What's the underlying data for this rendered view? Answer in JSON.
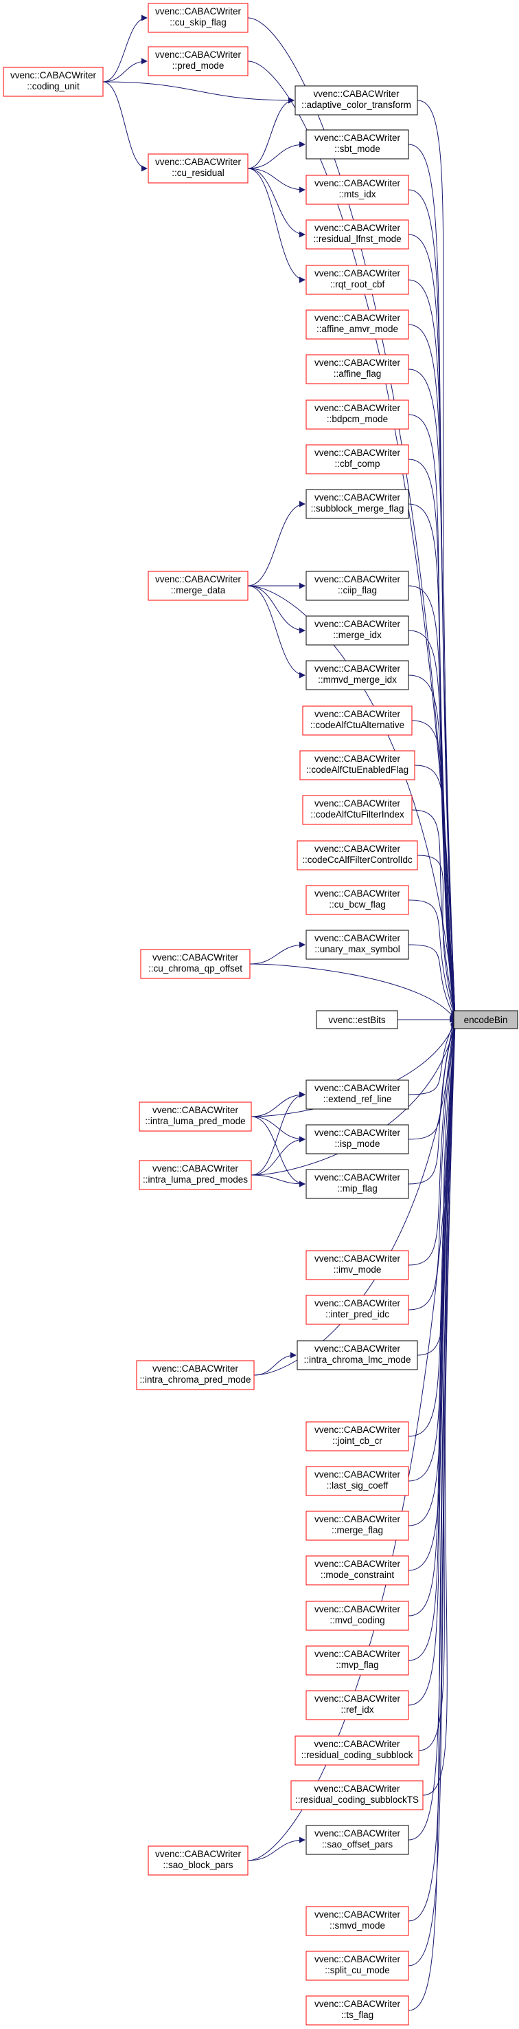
{
  "colors": {
    "edge": "#191970",
    "caller_border": "#ff0000",
    "normal_border": "#000000",
    "focus_fill": "#bfbfbf",
    "node_fill": "#ffffff"
  },
  "nodes": {
    "encodeBin": {
      "lines": [
        "encodeBin"
      ]
    },
    "coding_unit": {
      "lines": [
        "vvenc::CABACWriter",
        "::coding_unit"
      ]
    },
    "cu_skip_flag": {
      "lines": [
        "vvenc::CABACWriter",
        "::cu_skip_flag"
      ]
    },
    "pred_mode": {
      "lines": [
        "vvenc::CABACWriter",
        "::pred_mode"
      ]
    },
    "adaptive_color_transform": {
      "lines": [
        "vvenc::CABACWriter",
        "::adaptive_color_transform"
      ]
    },
    "cu_residual": {
      "lines": [
        "vvenc::CABACWriter",
        "::cu_residual"
      ]
    },
    "sbt_mode": {
      "lines": [
        "vvenc::CABACWriter",
        "::sbt_mode"
      ]
    },
    "mts_idx": {
      "lines": [
        "vvenc::CABACWriter",
        "::mts_idx"
      ]
    },
    "residual_lfnst_mode": {
      "lines": [
        "vvenc::CABACWriter",
        "::residual_lfnst_mode"
      ]
    },
    "rqt_root_cbf": {
      "lines": [
        "vvenc::CABACWriter",
        "::rqt_root_cbf"
      ]
    },
    "affine_amvr_mode": {
      "lines": [
        "vvenc::CABACWriter",
        "::affine_amvr_mode"
      ]
    },
    "affine_flag": {
      "lines": [
        "vvenc::CABACWriter",
        "::affine_flag"
      ]
    },
    "bdpcm_mode": {
      "lines": [
        "vvenc::CABACWriter",
        "::bdpcm_mode"
      ]
    },
    "cbf_comp": {
      "lines": [
        "vvenc::CABACWriter",
        "::cbf_comp"
      ]
    },
    "subblock_merge_flag": {
      "lines": [
        "vvenc::CABACWriter",
        "::subblock_merge_flag"
      ]
    },
    "merge_data": {
      "lines": [
        "vvenc::CABACWriter",
        "::merge_data"
      ]
    },
    "ciip_flag": {
      "lines": [
        "vvenc::CABACWriter",
        "::ciip_flag"
      ]
    },
    "merge_idx": {
      "lines": [
        "vvenc::CABACWriter",
        "::merge_idx"
      ]
    },
    "mmvd_merge_idx": {
      "lines": [
        "vvenc::CABACWriter",
        "::mmvd_merge_idx"
      ]
    },
    "codeAlfCtuAlternative": {
      "lines": [
        "vvenc::CABACWriter",
        "::codeAlfCtuAlternative"
      ]
    },
    "codeAlfCtuEnabledFlag": {
      "lines": [
        "vvenc::CABACWriter",
        "::codeAlfCtuEnabledFlag"
      ]
    },
    "codeAlfCtuFilterIndex": {
      "lines": [
        "vvenc::CABACWriter",
        "::codeAlfCtuFilterIndex"
      ]
    },
    "codeCcAlfFilterControlIdc": {
      "lines": [
        "vvenc::CABACWriter",
        "::codeCcAlfFilterControlIdc"
      ]
    },
    "cu_bcw_flag": {
      "lines": [
        "vvenc::CABACWriter",
        "::cu_bcw_flag"
      ]
    },
    "unary_max_symbol": {
      "lines": [
        "vvenc::CABACWriter",
        "::unary_max_symbol"
      ]
    },
    "cu_chroma_qp_offset": {
      "lines": [
        "vvenc::CABACWriter",
        "::cu_chroma_qp_offset"
      ]
    },
    "estBits": {
      "lines": [
        "vvenc::estBits"
      ]
    },
    "extend_ref_line": {
      "lines": [
        "vvenc::CABACWriter",
        "::extend_ref_line"
      ]
    },
    "intra_luma_pred_mode": {
      "lines": [
        "vvenc::CABACWriter",
        "::intra_luma_pred_mode"
      ]
    },
    "isp_mode": {
      "lines": [
        "vvenc::CABACWriter",
        "::isp_mode"
      ]
    },
    "intra_luma_pred_modes": {
      "lines": [
        "vvenc::CABACWriter",
        "::intra_luma_pred_modes"
      ]
    },
    "mip_flag": {
      "lines": [
        "vvenc::CABACWriter",
        "::mip_flag"
      ]
    },
    "imv_mode": {
      "lines": [
        "vvenc::CABACWriter",
        "::imv_mode"
      ]
    },
    "inter_pred_idc": {
      "lines": [
        "vvenc::CABACWriter",
        "::inter_pred_idc"
      ]
    },
    "intra_chroma_lmc_mode": {
      "lines": [
        "vvenc::CABACWriter",
        "::intra_chroma_lmc_mode"
      ]
    },
    "intra_chroma_pred_mode": {
      "lines": [
        "vvenc::CABACWriter",
        "::intra_chroma_pred_mode"
      ]
    },
    "joint_cb_cr": {
      "lines": [
        "vvenc::CABACWriter",
        "::joint_cb_cr"
      ]
    },
    "last_sig_coeff": {
      "lines": [
        "vvenc::CABACWriter",
        "::last_sig_coeff"
      ]
    },
    "merge_flag": {
      "lines": [
        "vvenc::CABACWriter",
        "::merge_flag"
      ]
    },
    "mode_constraint": {
      "lines": [
        "vvenc::CABACWriter",
        "::mode_constraint"
      ]
    },
    "mvd_coding": {
      "lines": [
        "vvenc::CABACWriter",
        "::mvd_coding"
      ]
    },
    "mvp_flag": {
      "lines": [
        "vvenc::CABACWriter",
        "::mvp_flag"
      ]
    },
    "ref_idx": {
      "lines": [
        "vvenc::CABACWriter",
        "::ref_idx"
      ]
    },
    "residual_coding_subblock": {
      "lines": [
        "vvenc::CABACWriter",
        "::residual_coding_subblock"
      ]
    },
    "residual_coding_subblockTS": {
      "lines": [
        "vvenc::CABACWriter",
        "::residual_coding_subblockTS"
      ]
    },
    "sao_offset_pars": {
      "lines": [
        "vvenc::CABACWriter",
        "::sao_offset_pars"
      ]
    },
    "sao_block_pars": {
      "lines": [
        "vvenc::CABACWriter",
        "::sao_block_pars"
      ]
    },
    "smvd_mode": {
      "lines": [
        "vvenc::CABACWriter",
        "::smvd_mode"
      ]
    },
    "split_cu_mode": {
      "lines": [
        "vvenc::CABACWriter",
        "::split_cu_mode"
      ]
    },
    "ts_flag": {
      "lines": [
        "vvenc::CABACWriter",
        "::ts_flag"
      ]
    }
  },
  "edges": [
    [
      "coding_unit",
      "cu_skip_flag"
    ],
    [
      "coding_unit",
      "pred_mode"
    ],
    [
      "coding_unit",
      "adaptive_color_transform"
    ],
    [
      "coding_unit",
      "cu_residual"
    ],
    [
      "cu_residual",
      "adaptive_color_transform"
    ],
    [
      "cu_residual",
      "sbt_mode"
    ],
    [
      "cu_residual",
      "mts_idx"
    ],
    [
      "cu_residual",
      "residual_lfnst_mode"
    ],
    [
      "cu_residual",
      "rqt_root_cbf"
    ],
    [
      "merge_data",
      "subblock_merge_flag"
    ],
    [
      "merge_data",
      "ciip_flag"
    ],
    [
      "merge_data",
      "merge_idx"
    ],
    [
      "merge_data",
      "mmvd_merge_idx"
    ],
    [
      "cu_chroma_qp_offset",
      "unary_max_symbol"
    ],
    [
      "intra_luma_pred_mode",
      "extend_ref_line"
    ],
    [
      "intra_luma_pred_mode",
      "isp_mode"
    ],
    [
      "intra_luma_pred_mode",
      "mip_flag"
    ],
    [
      "intra_luma_pred_modes",
      "extend_ref_line"
    ],
    [
      "intra_luma_pred_modes",
      "isp_mode"
    ],
    [
      "intra_luma_pred_modes",
      "mip_flag"
    ],
    [
      "intra_chroma_pred_mode",
      "intra_chroma_lmc_mode"
    ],
    [
      "sao_block_pars",
      "sao_offset_pars"
    ],
    [
      "cu_skip_flag",
      "encodeBin"
    ],
    [
      "pred_mode",
      "encodeBin"
    ],
    [
      "adaptive_color_transform",
      "encodeBin"
    ],
    [
      "sbt_mode",
      "encodeBin"
    ],
    [
      "mts_idx",
      "encodeBin"
    ],
    [
      "residual_lfnst_mode",
      "encodeBin"
    ],
    [
      "rqt_root_cbf",
      "encodeBin"
    ],
    [
      "affine_amvr_mode",
      "encodeBin"
    ],
    [
      "affine_flag",
      "encodeBin"
    ],
    [
      "bdpcm_mode",
      "encodeBin"
    ],
    [
      "cbf_comp",
      "encodeBin"
    ],
    [
      "subblock_merge_flag",
      "encodeBin"
    ],
    [
      "merge_data",
      "encodeBin"
    ],
    [
      "ciip_flag",
      "encodeBin"
    ],
    [
      "merge_idx",
      "encodeBin"
    ],
    [
      "mmvd_merge_idx",
      "encodeBin"
    ],
    [
      "codeAlfCtuAlternative",
      "encodeBin"
    ],
    [
      "codeAlfCtuEnabledFlag",
      "encodeBin"
    ],
    [
      "codeAlfCtuFilterIndex",
      "encodeBin"
    ],
    [
      "codeCcAlfFilterControlIdc",
      "encodeBin"
    ],
    [
      "cu_bcw_flag",
      "encodeBin"
    ],
    [
      "unary_max_symbol",
      "encodeBin"
    ],
    [
      "cu_chroma_qp_offset",
      "encodeBin"
    ],
    [
      "estBits",
      "encodeBin"
    ],
    [
      "extend_ref_line",
      "encodeBin"
    ],
    [
      "intra_luma_pred_mode",
      "encodeBin"
    ],
    [
      "isp_mode",
      "encodeBin"
    ],
    [
      "intra_luma_pred_modes",
      "encodeBin"
    ],
    [
      "mip_flag",
      "encodeBin"
    ],
    [
      "imv_mode",
      "encodeBin"
    ],
    [
      "inter_pred_idc",
      "encodeBin"
    ],
    [
      "intra_chroma_lmc_mode",
      "encodeBin"
    ],
    [
      "intra_chroma_pred_mode",
      "encodeBin"
    ],
    [
      "joint_cb_cr",
      "encodeBin"
    ],
    [
      "last_sig_coeff",
      "encodeBin"
    ],
    [
      "merge_flag",
      "encodeBin"
    ],
    [
      "mode_constraint",
      "encodeBin"
    ],
    [
      "mvd_coding",
      "encodeBin"
    ],
    [
      "mvp_flag",
      "encodeBin"
    ],
    [
      "ref_idx",
      "encodeBin"
    ],
    [
      "residual_coding_subblock",
      "encodeBin"
    ],
    [
      "residual_coding_subblockTS",
      "encodeBin"
    ],
    [
      "sao_offset_pars",
      "encodeBin"
    ],
    [
      "sao_block_pars",
      "encodeBin"
    ],
    [
      "smvd_mode",
      "encodeBin"
    ],
    [
      "split_cu_mode",
      "encodeBin"
    ],
    [
      "ts_flag",
      "encodeBin"
    ]
  ]
}
